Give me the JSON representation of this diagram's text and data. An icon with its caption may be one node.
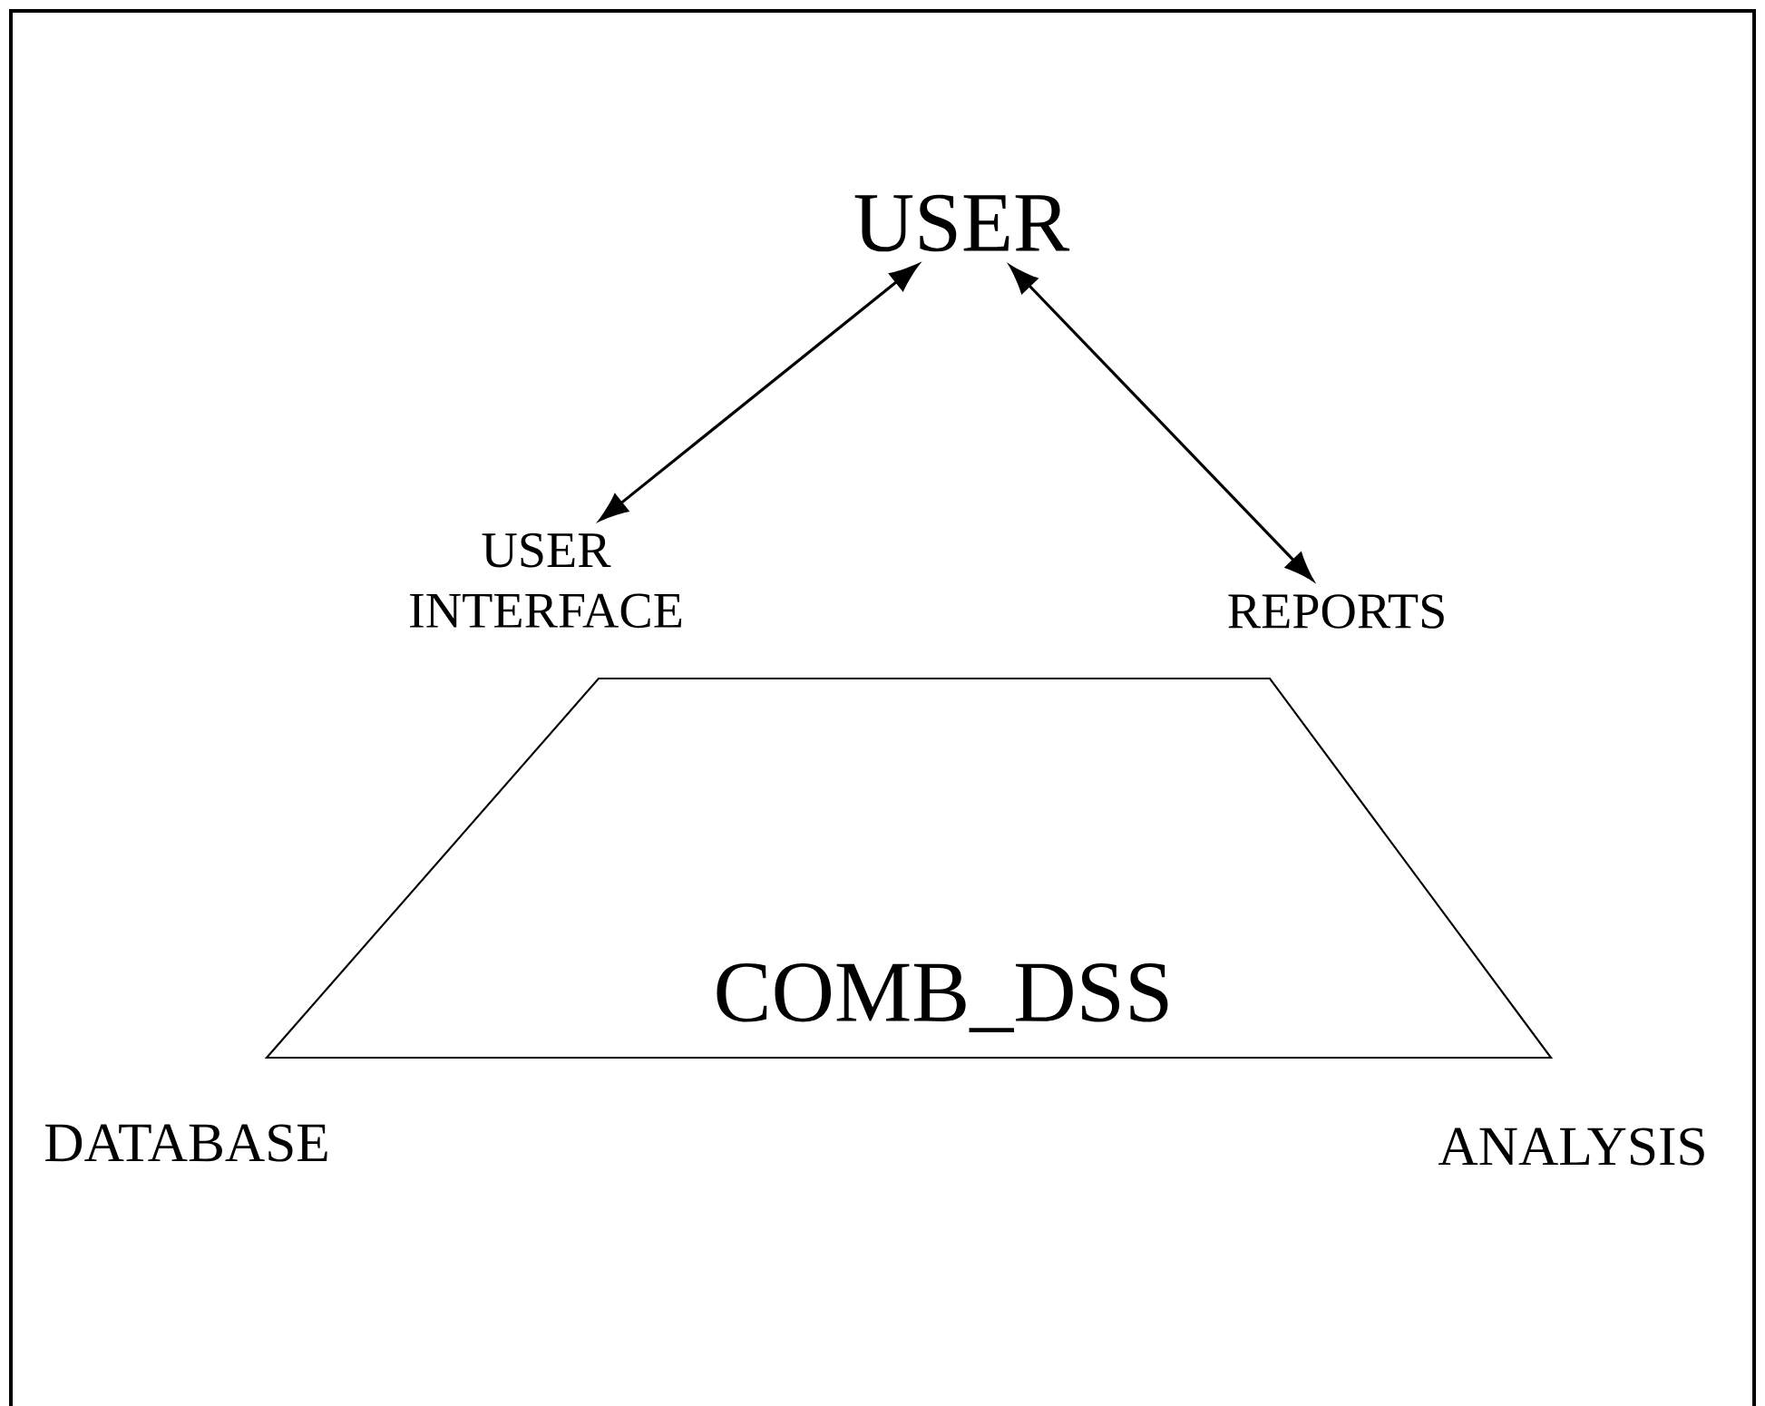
{
  "diagram": {
    "nodes": [
      {
        "text": [
          "USER"
        ]
      },
      {
        "text": [
          "USER INTERFACE"
        ]
      },
      {
        "text": [
          "REPORTS"
        ]
      },
      {
        "text": [
          "COMB_DSS"
        ]
      }
    ],
    "edges": [
      {
        "from": 0,
        "to": 1,
        "arrow": "both"
      },
      {
        "from": 0,
        "to": 2,
        "arrow": "both"
      }
    ],
    "labels": [
      "DATABASE",
      "ANALYSIS"
    ]
  }
}
